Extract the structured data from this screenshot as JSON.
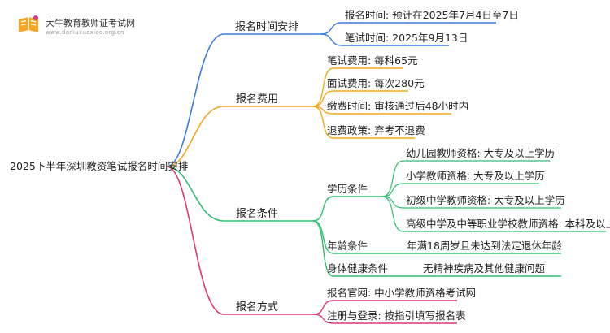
{
  "logo": {
    "title": "大牛教育教师证考试网",
    "subtitle": "www.daniuxuexiao.org.cn"
  },
  "root": {
    "label": "2025下半年深圳教资笔试报名时间安排"
  },
  "branches": {
    "schedule": {
      "label": "报名时间安排",
      "color": "#3a7be0",
      "items": [
        "报名时间: 预计在2025年7月4日至7日",
        "笔试时间: 2025年9月13日"
      ]
    },
    "fees": {
      "label": "报名费用",
      "color": "#f2a81d",
      "items": [
        "笔试费用: 每科65元",
        "面试费用: 每次280元",
        "缴费时间: 审核通过后48小时内",
        "退费政策: 弃考不退费"
      ]
    },
    "conditions": {
      "label": "报名条件",
      "color": "#2fbf71",
      "education": {
        "label": "学历条件",
        "items": [
          "幼儿园教师资格: 大专及以上学历",
          "小学教师资格: 大专及以上学历",
          "初级中学教师资格: 大专及以上学历",
          "高级中学及中等职业学校教师资格: 本科及以上学历"
        ]
      },
      "age": {
        "label": "年龄条件",
        "value": "年满18周岁且未达到法定退休年龄"
      },
      "health": {
        "label": "身体健康条件",
        "value": "无精神疾病及其他健康问题"
      }
    },
    "method": {
      "label": "报名方式",
      "color": "#e0357a",
      "items": [
        "报名官网: 中小学教师资格考试网",
        "注册与登录: 按指引填写报名表"
      ]
    }
  }
}
